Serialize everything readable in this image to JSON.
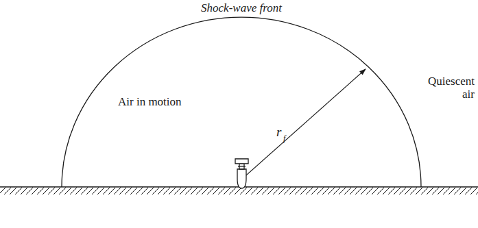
{
  "diagram": {
    "labels": [
      "Shock-wave front",
      "Air in motion",
      "Quiescent air",
      "r",
      "f"
    ]
  }
}
